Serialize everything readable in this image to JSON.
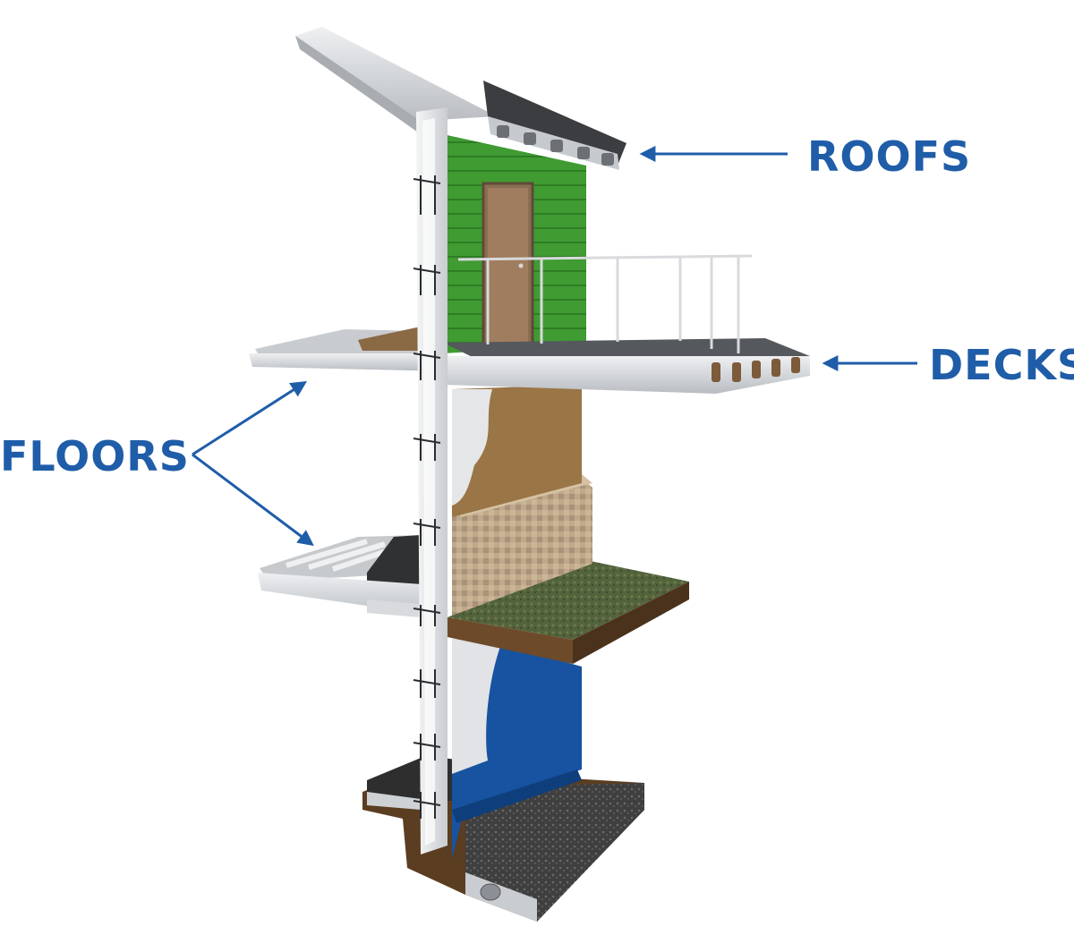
{
  "labels": {
    "roofs": "ROOFS",
    "decks": "DECKS",
    "floors": "FLOORS"
  },
  "colors": {
    "label_blue": "#1f5da8",
    "siding_green": "#3f9b32",
    "membrane_blue": "#1753a0",
    "concrete": "#d7d9dc",
    "soil_brown": "#6b4a2c",
    "sheathing_tan": "#9a7546",
    "grass": "#4e5e3a",
    "stone": "#bca688",
    "gravel": "#4a4a4a"
  }
}
